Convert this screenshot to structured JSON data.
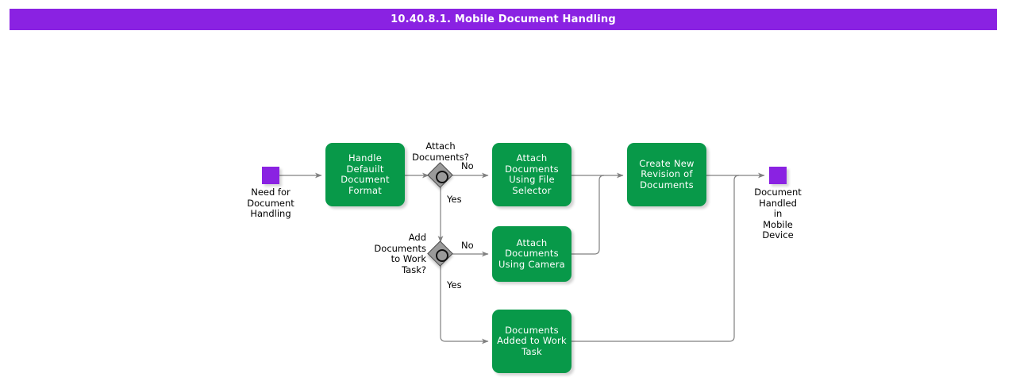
{
  "header": {
    "title": "10.40.8.1. Mobile Document Handling",
    "bar_color": "#8A22E2",
    "text_color": "#ffffff"
  },
  "theme": {
    "task_fill": "#089949",
    "task_text": "#ffffff",
    "event_fill": "#8A22E2",
    "gateway_fill": "#9A9A9A",
    "gateway_stroke": "#4D4D4D",
    "connector_stroke": "#808080",
    "canvas_background": "#ffffff"
  },
  "diagram": {
    "type": "bpmn-flowchart",
    "events": [
      {
        "id": "start-need-for-document-handling",
        "kind": "start",
        "label": "Need for\nDocument\nHandling"
      },
      {
        "id": "end-document-handled-in-mobile-device",
        "kind": "end",
        "label": "Document\nHandled in\nMobile\nDevice"
      }
    ],
    "tasks": [
      {
        "id": "handle-default-document-format",
        "label": "Handle Defauilt\nDocument\nFormat"
      },
      {
        "id": "attach-documents-using-file-selector",
        "label": "Attach\nDocuments\nUsing File\nSelector"
      },
      {
        "id": "attach-documents-using-camera",
        "label": "Attach\nDocuments\nUsing Camera"
      },
      {
        "id": "documents-added-to-work-task",
        "label": "Documents\nAdded to Work\nTask"
      },
      {
        "id": "create-new-revision-of-documents",
        "label": "Create New\nRevision of\nDocuments"
      }
    ],
    "gateways": [
      {
        "id": "attach-documents-gateway",
        "label": "Attach\nDocuments?",
        "branches": [
          {
            "label": "No",
            "direction": "right"
          },
          {
            "label": "Yes",
            "direction": "down"
          }
        ]
      },
      {
        "id": "add-documents-to-work-task-gateway",
        "label": "Add\nDocuments\nto Work\nTask?",
        "branches": [
          {
            "label": "No",
            "direction": "right"
          },
          {
            "label": "Yes",
            "direction": "down"
          }
        ]
      }
    ],
    "edge_labels": {
      "gw1_no": "No",
      "gw1_yes": "Yes",
      "gw2_no": "No",
      "gw2_yes": "Yes"
    }
  }
}
